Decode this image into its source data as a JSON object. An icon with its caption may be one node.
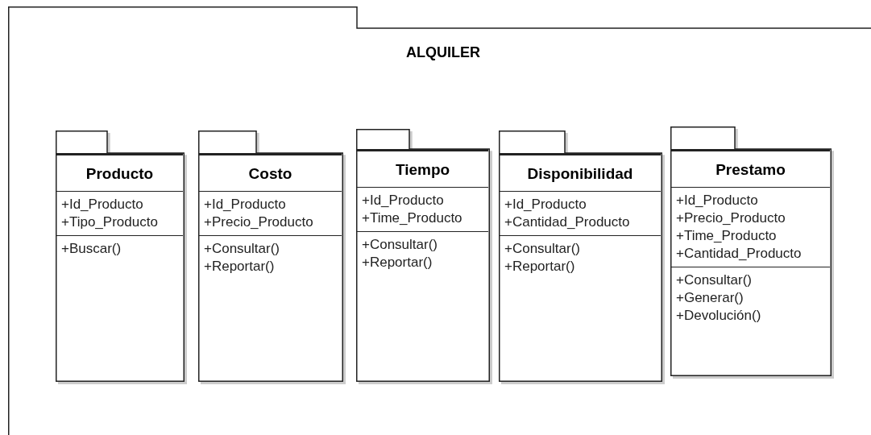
{
  "diagram": {
    "nodes": [
      {
        "text": [
          "ALQUILER"
        ]
      },
      {
        "text": [
          "Producto",
          "+Id_Producto +Tipo_Producto",
          "+Buscar()"
        ],
        "in": 0
      },
      {
        "text": [
          "Costo",
          "+Id_Producto +Precio_Producto",
          "+Consultar() +Reportar()"
        ],
        "in": 0
      },
      {
        "text": [
          "Tiempo",
          "+Id_Producto +Time_Producto",
          "+Consultar() +Reportar()"
        ],
        "in": 0
      },
      {
        "text": [
          "Disponibilidad",
          "+Id_Producto +Cantidad_Producto",
          "+Consultar() +Reportar()"
        ],
        "in": 0
      },
      {
        "text": [
          "Prestamo",
          "+Id_Producto +Precio_Producto +Time_Producto +Cantidad_Producto",
          "+Consultar() +Generar() +Devolución()"
        ],
        "in": 0
      }
    ],
    "edges": []
  }
}
